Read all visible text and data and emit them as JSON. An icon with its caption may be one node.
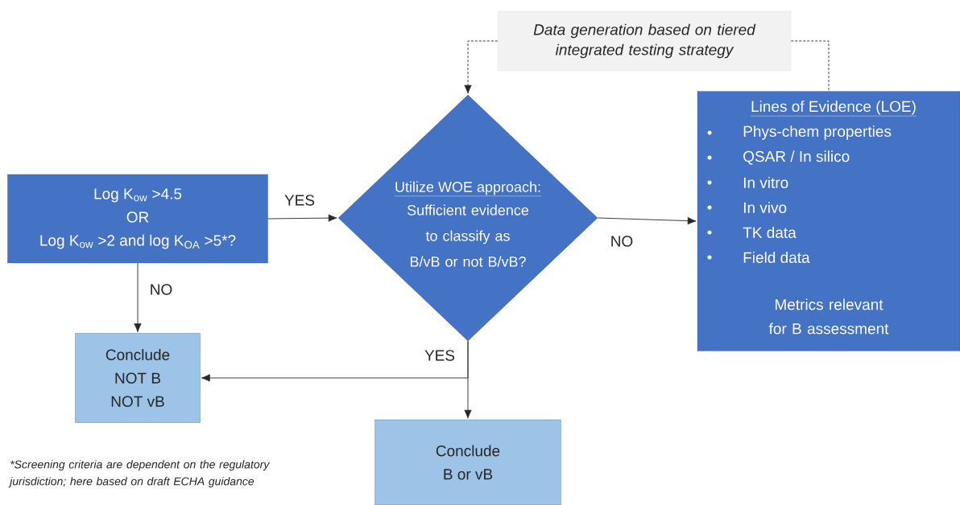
{
  "diagram": {
    "nodes": [
      {
        "text": [
          "Data generation based on tiered integrated testing strategy"
        ]
      },
      {
        "text": [
          "Log K$_{ow}$ >4.5",
          "OR",
          "Log K$_{ow}$ >2 and log K$_{OA}$ >5*?"
        ]
      },
      {
        "text": [
          "Utilize WOE approach:",
          "Sufficient evidence to classify as B/vB or not B/vB?"
        ]
      },
      {
        "text": [
          "Lines of Evidence (LOE)",
          "Phys-chem properties",
          "QSAR / In silico",
          "In vitro",
          "In vivo",
          "TK data",
          "Field data",
          "Metrics relevant for B assessment"
        ]
      },
      {
        "text": [
          "Conclude",
          "NOT B",
          "NOT vB"
        ]
      },
      {
        "text": [
          "Conclude",
          "B or vB"
        ]
      }
    ],
    "edges": [
      {
        "from": 0,
        "to": 2,
        "arrow": "to",
        "style": "dashed"
      },
      {
        "from": 0,
        "to": 3,
        "arrow": "none",
        "style": "dashed"
      },
      {
        "from": 1,
        "to": 2,
        "arrow": "to",
        "label": "YES"
      },
      {
        "from": 2,
        "to": 3,
        "arrow": "to",
        "label": "NO"
      },
      {
        "from": 1,
        "to": 4,
        "arrow": "to",
        "label": "NO"
      },
      {
        "from": 2,
        "to": 4,
        "arrow": "to",
        "label": "YES"
      },
      {
        "from": 2,
        "to": 5,
        "arrow": "to"
      }
    ],
    "labels": [
      "*Screening criteria are dependent on the regulatory jurisdiction; here based on draft ECHA guidance"
    ]
  }
}
